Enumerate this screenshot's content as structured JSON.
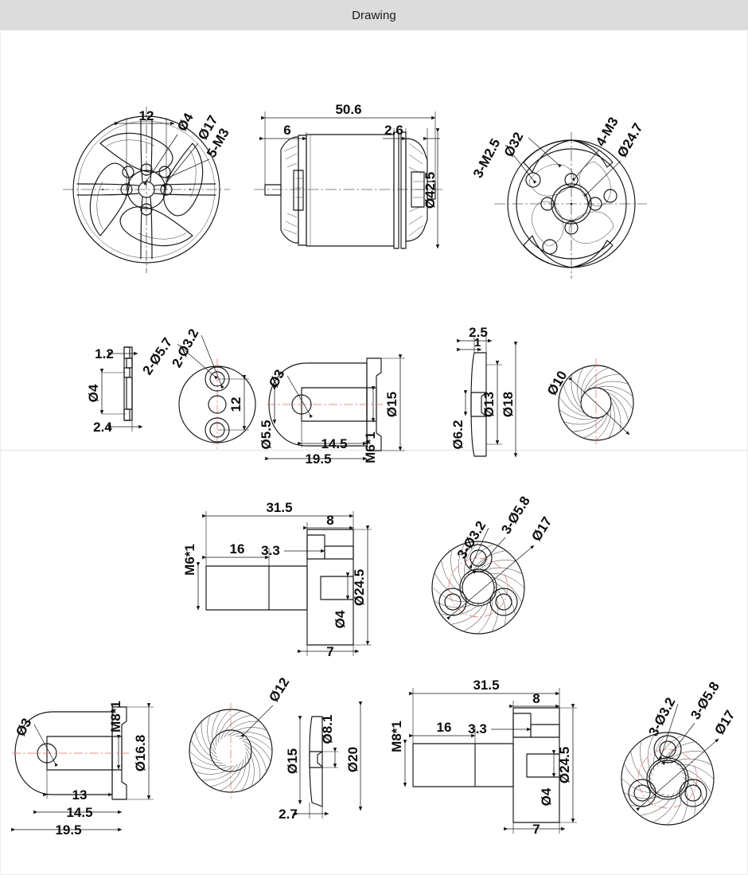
{
  "header": {
    "title": "Drawing"
  },
  "drawing": {
    "type": "engineering-drawing",
    "subject": "brushless motor and propeller adapter assembly",
    "units": "mm",
    "views": [
      {
        "id": "motor-front-view",
        "name": "Motor bell front view",
        "row": 1,
        "labels": [
          "12",
          "Ø4",
          "Ø17",
          "5-M3"
        ]
      },
      {
        "id": "motor-side-view",
        "name": "Motor side elevation",
        "row": 1,
        "labels": [
          "50.6",
          "6",
          "2.6",
          "Ø42.5"
        ]
      },
      {
        "id": "motor-rear-view",
        "name": "Motor base rear view",
        "row": 1,
        "labels": [
          "3-M2.5",
          "Ø32",
          "4-M3",
          "Ø24.7"
        ]
      },
      {
        "id": "mount-plate-section",
        "name": "Mounting plate section",
        "row": 2,
        "labels": [
          "1.2",
          "Ø4",
          "2.4"
        ]
      },
      {
        "id": "mount-plate-face",
        "name": "Mounting plate face view",
        "row": 2,
        "labels": [
          "2-Ø5.7",
          "2-Ø3.2",
          "12"
        ]
      },
      {
        "id": "spinner-nut-m6-section",
        "name": "Spinner nut M6 section",
        "row": 2,
        "labels": [
          "Ø3",
          "Ø5.5",
          "14.5",
          "19.5",
          "M6*1",
          "Ø15"
        ]
      },
      {
        "id": "cone-washer-section",
        "name": "Cone washer section",
        "row": 2,
        "labels": [
          "2.5",
          "1",
          "Ø6.2",
          "Ø13",
          "Ø18"
        ]
      },
      {
        "id": "cone-washer-face",
        "name": "Cone washer face view",
        "row": 2,
        "labels": [
          "Ø10"
        ]
      },
      {
        "id": "prop-adapter-m6-section",
        "name": "Prop adapter M6 section",
        "row": 3,
        "labels": [
          "31.5",
          "8",
          "3.3",
          "16",
          "M6*1",
          "Ø24.5",
          "Ø4",
          "7"
        ]
      },
      {
        "id": "prop-adapter-m6-face",
        "name": "Prop adapter M6 face view",
        "row": 3,
        "labels": [
          "3-Ø3.2",
          "3-Ø5.8",
          "Ø17"
        ]
      },
      {
        "id": "spinner-nut-m8-section",
        "name": "Spinner nut M8 section",
        "row": 4,
        "labels": [
          "Ø3",
          "M8*1",
          "Ø16.8",
          "13",
          "14.5",
          "19.5"
        ]
      },
      {
        "id": "knurled-washer-face",
        "name": "Knurled washer face view",
        "row": 4,
        "labels": [
          "Ø12"
        ]
      },
      {
        "id": "knurled-washer-section",
        "name": "Knurled washer section",
        "row": 4,
        "labels": [
          "Ø8.1",
          "Ø15",
          "Ø20",
          "2.7"
        ]
      },
      {
        "id": "prop-adapter-m8-section",
        "name": "Prop adapter M8 section",
        "row": 4,
        "labels": [
          "31.5",
          "8",
          "3.3",
          "16",
          "M8*1",
          "Ø24.5",
          "Ø4",
          "7"
        ]
      },
      {
        "id": "prop-adapter-m8-face",
        "name": "Prop adapter M8 face view",
        "row": 4,
        "labels": [
          "3-Ø3.2",
          "3-Ø5.8",
          "Ø17"
        ]
      }
    ],
    "dimensions": {
      "v1_12": "12",
      "v1_d4": "Ø4",
      "v1_d17": "Ø17",
      "v1_5m3": "5-M3",
      "v2_506": "50.6",
      "v2_6": "6",
      "v2_26": "2.6",
      "v2_d425": "Ø42.5",
      "v3_3m25": "3-M2.5",
      "v3_d32": "Ø32",
      "v3_4m3": "4-M3",
      "v3_d247": "Ø24.7",
      "v4_12": "1.2",
      "v4_d4": "Ø4",
      "v4_24": "2.4",
      "v5_2d32": "2-Ø3.2",
      "v5_2d57": "2-Ø5.7",
      "v5_12": "12",
      "v6_d3": "Ø3",
      "v6_d55": "Ø5.5",
      "v6_145": "14.5",
      "v6_195": "19.5",
      "v6_m6": "M6*1",
      "v6_d15": "Ø15",
      "v7_25": "2.5",
      "v7_1": "1",
      "v7_d62": "Ø6.2",
      "v7_d13": "Ø13",
      "v7_d18": "Ø18",
      "v8_d10": "Ø10",
      "v9_315": "31.5",
      "v9_8": "8",
      "v9_33": "3.3",
      "v9_16": "16",
      "v9_m6": "M6*1",
      "v9_d245": "Ø24.5",
      "v9_d4": "Ø4",
      "v9_7": "7",
      "v10_3d32": "3-Ø3.2",
      "v10_3d58": "3-Ø5.8",
      "v10_d17": "Ø17",
      "v11_d3": "Ø3",
      "v11_m8": "M8*1",
      "v11_d168": "Ø16.8",
      "v11_13": "13",
      "v11_145": "14.5",
      "v11_195": "19.5",
      "v12_d12": "Ø12",
      "v13_d81": "Ø8.1",
      "v13_d15": "Ø15",
      "v13_d20": "Ø20",
      "v13_27": "2.7",
      "v14_315": "31.5",
      "v14_8": "8",
      "v14_33": "3.3",
      "v14_16": "16",
      "v14_m8": "M8*1",
      "v14_d245": "Ø24.5",
      "v14_d4": "Ø4",
      "v14_7": "7",
      "v15_3d32": "3-Ø3.2",
      "v15_3d58": "3-Ø5.8",
      "v15_d17": "Ø17"
    },
    "colors": {
      "line": "#141414",
      "centerline_red": "#e46a6a",
      "header_bg": "#dcdcdc",
      "page_bg": "#ffffff"
    }
  }
}
